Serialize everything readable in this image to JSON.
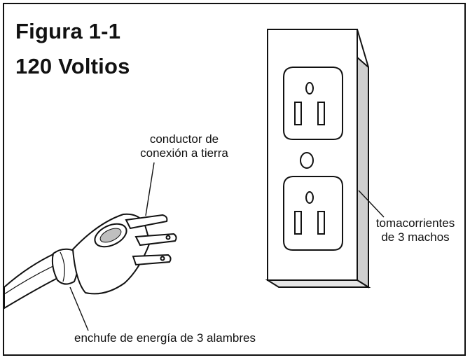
{
  "figure": {
    "title": "Figura 1-1",
    "voltage": "120 Voltios"
  },
  "labels": {
    "ground_line1": "conductor de",
    "ground_line2": "conexión a tierra",
    "outlet_line1": "tomacorrientes",
    "outlet_line2": "de 3 machos",
    "plug": "enchufe de energía de 3 alambres"
  },
  "colors": {
    "ink": "#111111",
    "paper": "#ffffff",
    "shade": "#cfcfcf"
  }
}
